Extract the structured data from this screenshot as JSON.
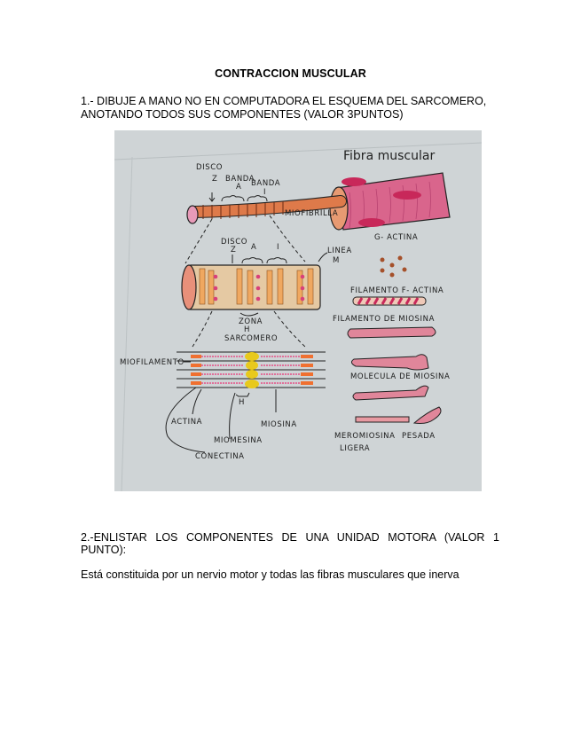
{
  "document": {
    "title": "CONTRACCION MUSCULAR",
    "question1": {
      "line1": "1.- DIBUJE A MANO NO EN COMPUTADORA EL ESQUEMA DEL SARCOMERO,",
      "line2": "ANOTANDO TODOS SUS COMPONENTES (VALOR  3PUNTOS)"
    },
    "figure": {
      "description": "Hand-drawn diagram of muscle fiber, myofibril and sarcomere",
      "labels": {
        "fibra_muscular": "Fibra muscular",
        "disco_z_top": "DISCO",
        "z_top": "Z",
        "banda_a": "BANDA",
        "a_top": "A",
        "banda_i": "BANDA",
        "i_top": "I",
        "miofibrilla": "MIOFIBRILLA",
        "g_actina": "G- ACTINA",
        "disco_mid": "DISCO",
        "z_mid": "Z",
        "a_mid": "A",
        "i_mid": "I",
        "linea": "LINEA",
        "linea_m": "M",
        "filamento_f_actina": "FILAMENTO F- ACTINA",
        "zona": "ZONA",
        "zona_h": "H",
        "sarcomero": "SARCOMERO",
        "filamento_miosina": "FILAMENTO DE MIOSINA",
        "miofilamento": "MIOFILAMENTO",
        "molecula_miosina": "MOLECULA DE MIOSINA",
        "h": "H",
        "actina": "ACTINA",
        "miosina": "MIOSINA",
        "miomesina": "MIOMESINA",
        "conectina": "CONECTINA",
        "meromiosina_ligera": "MEROMIOSINA",
        "ligera": "LIGERA",
        "pesada": "PESADA"
      }
    },
    "question2": {
      "text": "2.-ENLISTAR LOS COMPONENTES DE UNA UNIDAD MOTORA (VALOR 1 PUNTO):"
    },
    "answer2": "Está constituida por un nervio motor y todas las fibras musculares que inerva"
  }
}
